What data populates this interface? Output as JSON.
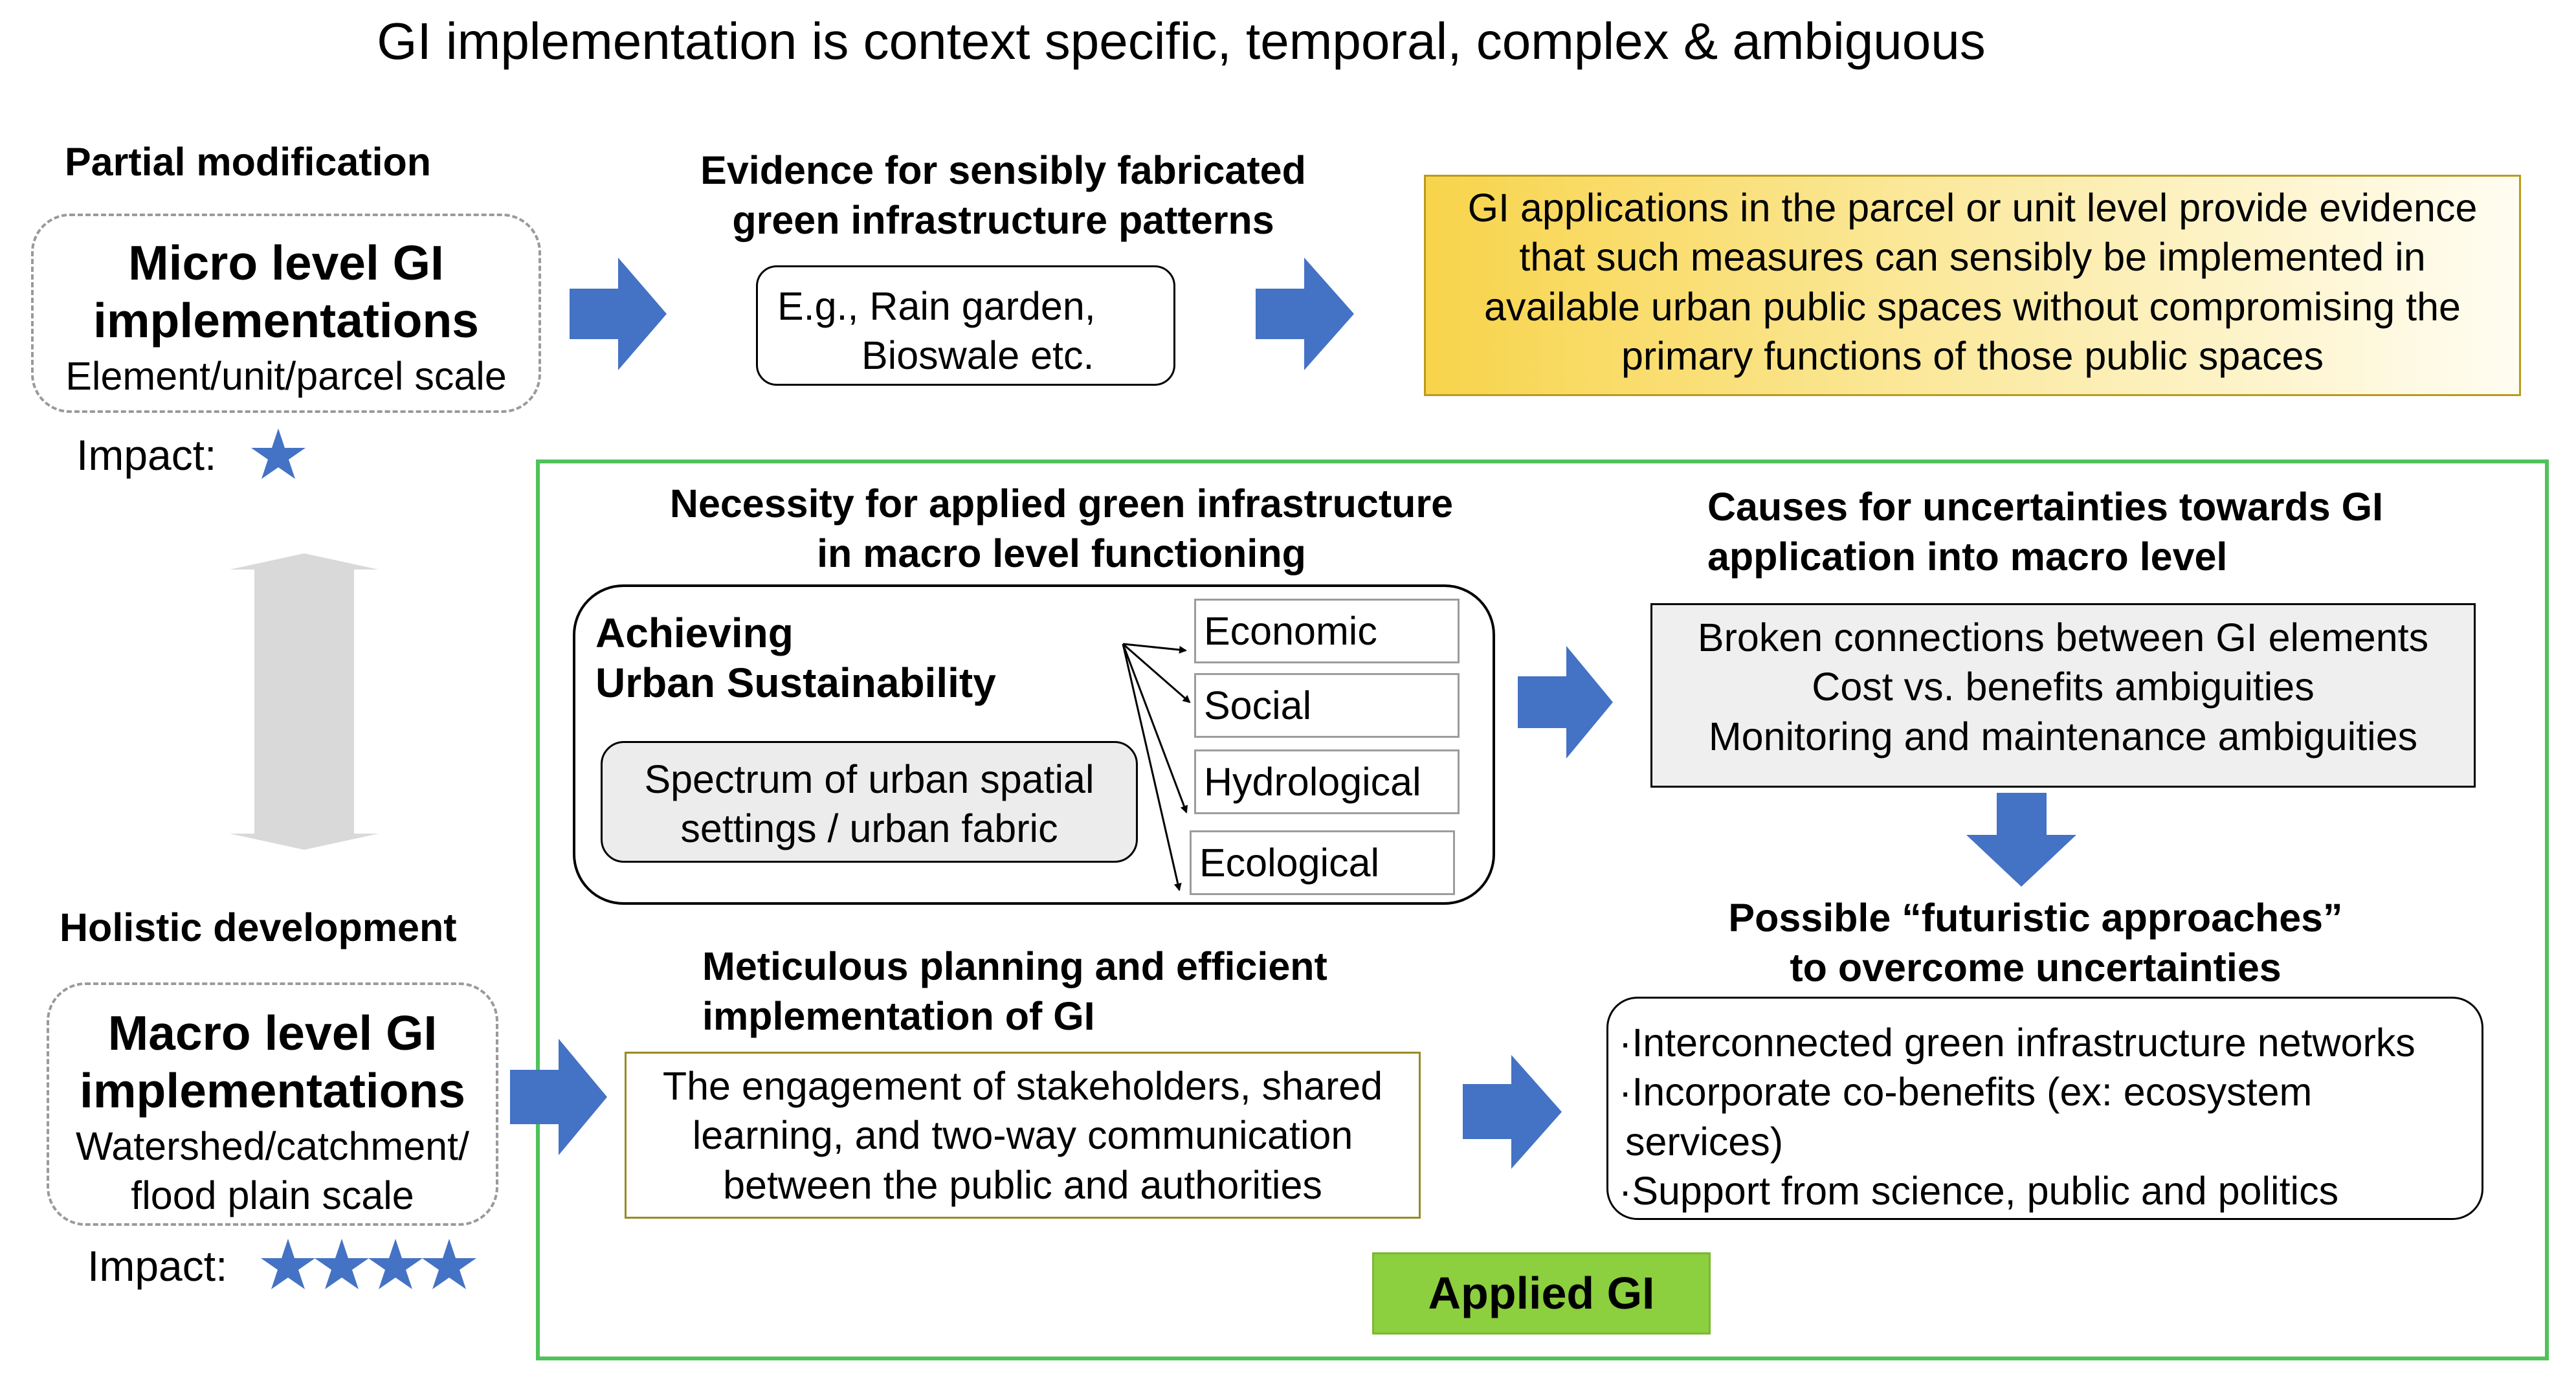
{
  "title": "GI implementation is context specific, temporal, complex  & ambiguous",
  "colors": {
    "arrow_blue": "#4472c4",
    "green_frame": "#4fc25a",
    "applied_gi_fill": "#8ccf3f",
    "yellow_gradient_start": "#f8d44b",
    "yellow_gradient_end": "#fffdf2",
    "gray_box": "#efefef",
    "olive_border": "#9a8a22",
    "double_arrow_gray": "#d9d9d9"
  },
  "micro": {
    "label": "Partial modification",
    "title_line1": "Micro level GI",
    "title_line2": "implementations",
    "scale": "Element/unit/parcel scale",
    "impact_label": "Impact:",
    "impact_stars": 1,
    "star_icon": "star-icon"
  },
  "evidence": {
    "heading_line1": "Evidence for sensibly fabricated",
    "heading_line2": "green infrastructure patterns",
    "example_line1": "E.g., Rain garden,",
    "example_line2": "Bioswale etc."
  },
  "gi_applications": {
    "line1": "GI applications in the parcel or unit level provide evidence",
    "line2": "that such measures can sensibly be implemented in",
    "line3": "available urban public spaces without compromising the",
    "line4": "primary functions of those public spaces"
  },
  "macro": {
    "label": "Holistic development",
    "title_line1": "Macro level GI",
    "title_line2": "implementations",
    "scale_line1": "Watershed/catchment/",
    "scale_line2": "flood plain scale",
    "impact_label": "Impact:",
    "impact_stars": 4
  },
  "necessity": {
    "heading_line1": "Necessity for applied green infrastructure",
    "heading_line2": "in macro level functioning",
    "achieving_line1": "Achieving",
    "achieving_line2": "Urban Sustainability",
    "spectrum_line1": "Spectrum of urban spatial",
    "spectrum_line2": "settings / urban fabric",
    "categories": [
      "Economic",
      "Social",
      "Hydrological",
      "Ecological"
    ]
  },
  "causes": {
    "heading_line1": "Causes for uncertainties towards GI",
    "heading_line2": "application into macro level",
    "items": [
      "Broken connections between GI elements",
      "Cost vs. benefits ambiguities",
      "Monitoring and maintenance ambiguities"
    ]
  },
  "futuristic": {
    "heading_line1": "Possible “futuristic approaches”",
    "heading_line2": "to overcome uncertainties",
    "items": [
      "·Interconnected green infrastructure networks",
      "·Incorporate co-benefits (ex: ecosystem",
      "services)",
      "·Support from science, public and politics"
    ]
  },
  "meticulous": {
    "heading_line1": "Meticulous planning and efficient",
    "heading_line2": "implementation of GI",
    "line1": "The engagement of stakeholders, shared",
    "line2": "learning, and two-way communication",
    "line3": "between the public and authorities"
  },
  "applied_gi": {
    "label": "Applied GI"
  }
}
